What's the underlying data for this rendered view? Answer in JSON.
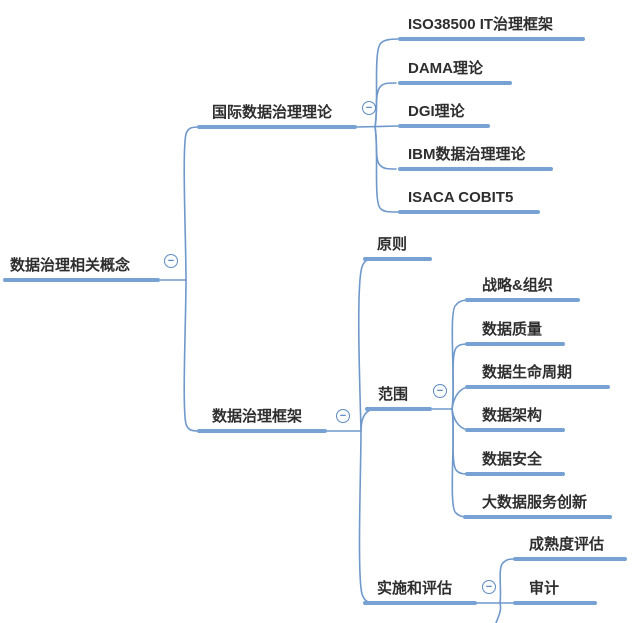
{
  "mindmap": {
    "root": {
      "label": "数据治理相关概念",
      "children": [
        {
          "label": "国际数据治理理论",
          "children": [
            {
              "label": "ISO38500 IT治理框架"
            },
            {
              "label": "DAMA理论"
            },
            {
              "label": "DGI理论"
            },
            {
              "label": "IBM数据治理理论"
            },
            {
              "label": "ISACA COBIT5"
            }
          ]
        },
        {
          "label": "数据治理框架",
          "children": [
            {
              "label": "原则"
            },
            {
              "label": "范围",
              "children": [
                {
                  "label": "战略&组织"
                },
                {
                  "label": "数据质量"
                },
                {
                  "label": "数据生命周期"
                },
                {
                  "label": "数据架构"
                },
                {
                  "label": "数据安全"
                },
                {
                  "label": "大数据服务创新"
                }
              ]
            },
            {
              "label": "实施和评估",
              "children": [
                {
                  "label": "成熟度评估"
                },
                {
                  "label": "审计"
                }
              ]
            }
          ]
        }
      ]
    }
  },
  "icons": {
    "collapse_glyph": "−"
  },
  "colors": {
    "branch_line": "#6f98cb",
    "node_underline": "#78a2d4",
    "collapse_button": "#5e8bc0",
    "text": "#2e2e2e",
    "background": "#ffffff"
  }
}
